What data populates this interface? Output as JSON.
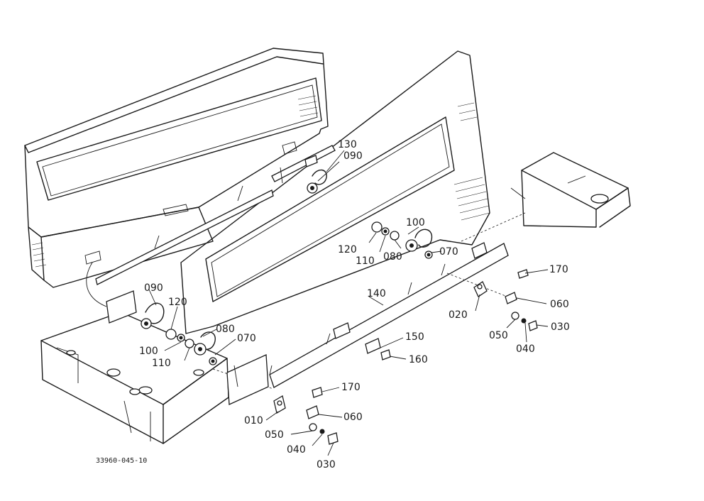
{
  "drawing_code": "33960-045-10",
  "callouts": [
    {
      "id": "c130",
      "label": "130"
    },
    {
      "id": "c090a",
      "label": "090"
    },
    {
      "id": "c100a",
      "label": "100"
    },
    {
      "id": "c120a",
      "label": "120"
    },
    {
      "id": "c110a",
      "label": "110"
    },
    {
      "id": "c080a",
      "label": "080"
    },
    {
      "id": "c070a",
      "label": "070"
    },
    {
      "id": "c170a",
      "label": "170"
    },
    {
      "id": "c140",
      "label": "140"
    },
    {
      "id": "c060a",
      "label": "060"
    },
    {
      "id": "c020",
      "label": "020"
    },
    {
      "id": "c050a",
      "label": "050"
    },
    {
      "id": "c030a",
      "label": "030"
    },
    {
      "id": "c040a",
      "label": "040"
    },
    {
      "id": "c090b",
      "label": "090"
    },
    {
      "id": "c120b",
      "label": "120"
    },
    {
      "id": "c080b",
      "label": "080"
    },
    {
      "id": "c070b",
      "label": "070"
    },
    {
      "id": "c100b",
      "label": "100"
    },
    {
      "id": "c110b",
      "label": "110"
    },
    {
      "id": "c150",
      "label": "150"
    },
    {
      "id": "c160",
      "label": "160"
    },
    {
      "id": "c170b",
      "label": "170"
    },
    {
      "id": "c010",
      "label": "010"
    },
    {
      "id": "c060b",
      "label": "060"
    },
    {
      "id": "c050b",
      "label": "050"
    },
    {
      "id": "c040b",
      "label": "040"
    },
    {
      "id": "c030b",
      "label": "030"
    }
  ]
}
